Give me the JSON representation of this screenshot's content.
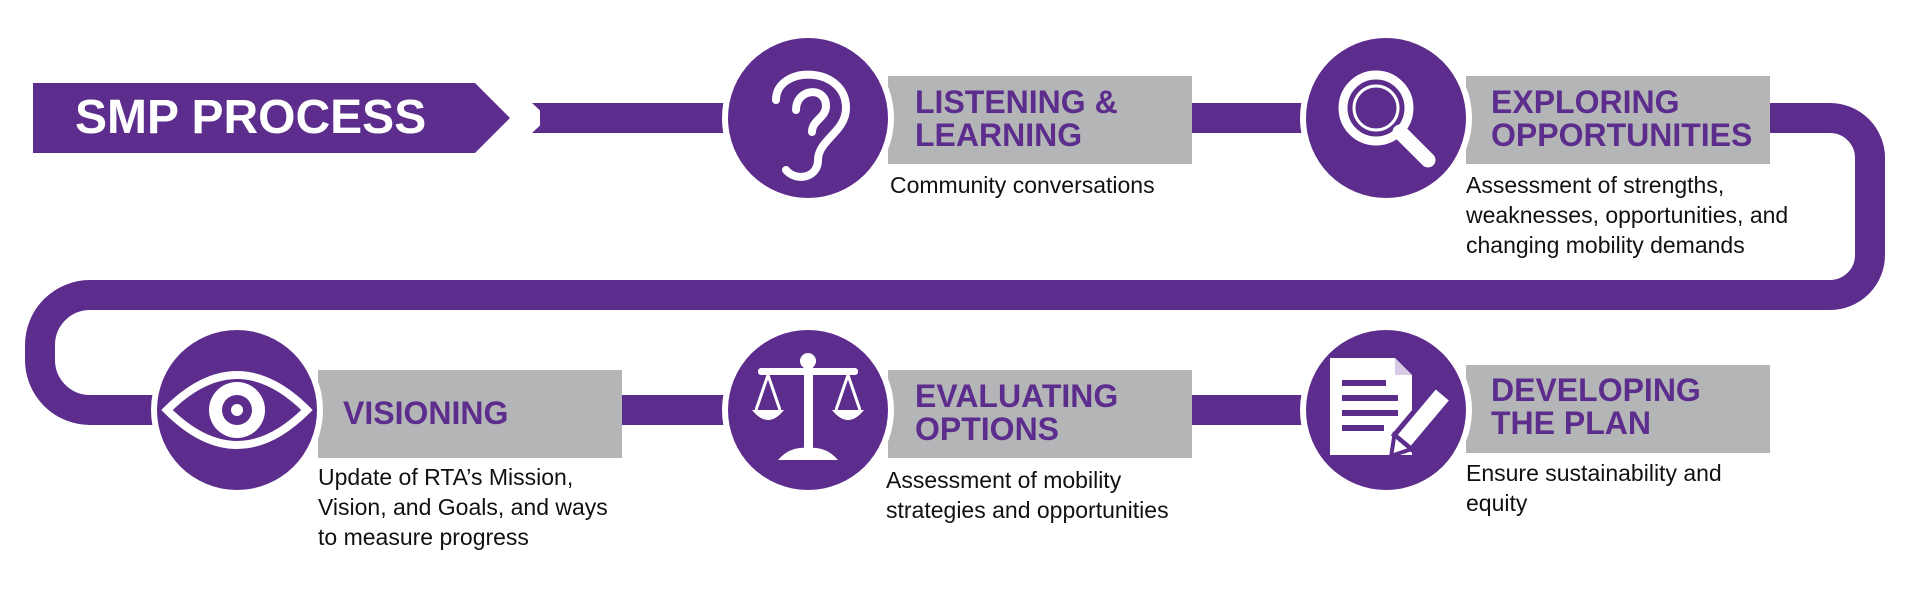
{
  "title": "SMP PROCESS",
  "colors": {
    "purple": "#5c2d8c",
    "gray": "#b4b5b7",
    "white": "#ffffff",
    "text": "#111111"
  },
  "steps": [
    {
      "icon": "ear-icon",
      "title_line1": "LISTENING &",
      "title_line2": "LEARNING",
      "description": "Community conversations"
    },
    {
      "icon": "magnifying-glass-icon",
      "title_line1": "EXPLORING",
      "title_line2": "OPPORTUNITIES",
      "description": "Assessment of strengths,\nweaknesses, opportunities, and\nchanging mobility demands"
    },
    {
      "icon": "document-pencil-icon",
      "title_line1": "DEVELOPING",
      "title_line2": "THE PLAN",
      "description": "Ensure sustainability and\nequity"
    },
    {
      "icon": "scales-icon",
      "title_line1": "EVALUATING",
      "title_line2": "OPTIONS",
      "description": "Assessment of mobility\nstrategies and opportunities"
    },
    {
      "icon": "eye-icon",
      "title_line1": "VISIONING",
      "title_line2": "",
      "description": "Update of RTA’s Mission,\nVision, and Goals, and ways\nto measure progress"
    }
  ]
}
